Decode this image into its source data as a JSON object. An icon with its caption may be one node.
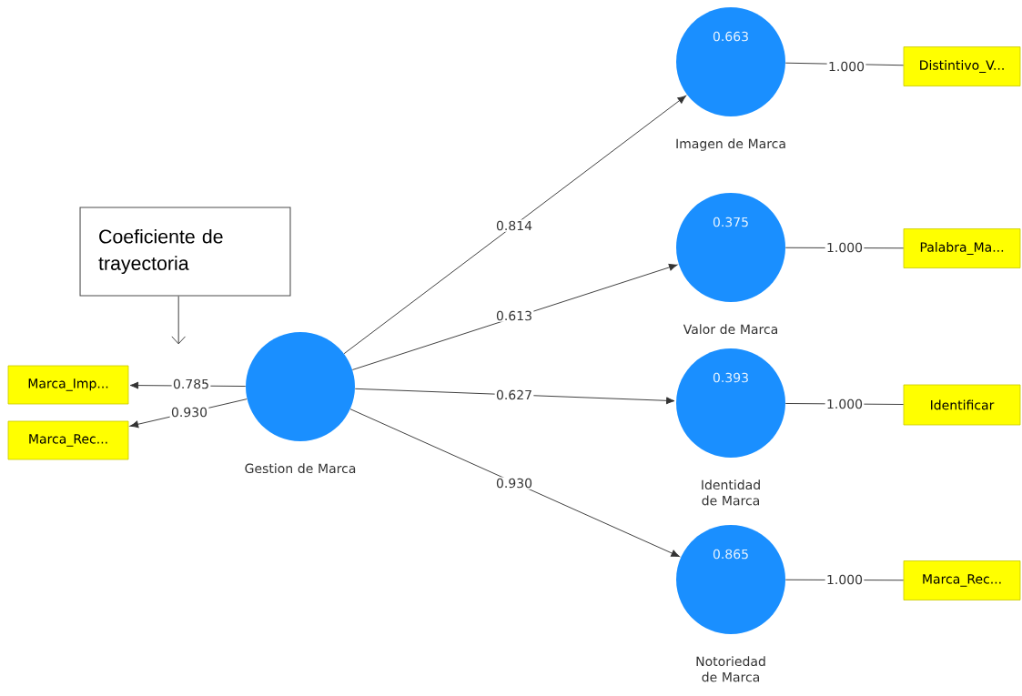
{
  "diagram": {
    "nodes": [
      {
        "text": [
          "Coeficiente de trayectoria"
        ]
      },
      {
        "text": [
          "Marca_Imp..."
        ]
      },
      {
        "text": [
          "Marca_Rec..."
        ]
      },
      {
        "text": [
          "Gestion de Marca"
        ]
      },
      {
        "text": [
          "0.663",
          "Imagen de Marca"
        ]
      },
      {
        "text": [
          "Distintivo_V..."
        ]
      },
      {
        "text": [
          "0.375",
          "Valor de Marca"
        ]
      },
      {
        "text": [
          "Palabra_Ma..."
        ]
      },
      {
        "text": [
          "0.393",
          "Identidad de Marca"
        ]
      },
      {
        "text": [
          "Identificar"
        ]
      },
      {
        "text": [
          "0.865",
          "Notoriedad de Marca"
        ]
      },
      {
        "text": [
          "Marca_Rec..."
        ]
      }
    ],
    "edges": [
      {
        "from": 0,
        "to": null,
        "arrow": "to"
      },
      {
        "from": 3,
        "to": 1,
        "arrow": "to",
        "label": "0.785"
      },
      {
        "from": 3,
        "to": 2,
        "arrow": "to",
        "label": "0.930"
      },
      {
        "from": 3,
        "to": 4,
        "arrow": "to",
        "label": "0.814"
      },
      {
        "from": 3,
        "to": 6,
        "arrow": "to",
        "label": "0.613"
      },
      {
        "from": 3,
        "to": 8,
        "arrow": "to",
        "label": "0.627"
      },
      {
        "from": 3,
        "to": 10,
        "arrow": "to",
        "label": "0.930"
      },
      {
        "from": 4,
        "to": 5,
        "arrow": "none",
        "label": "1.000"
      },
      {
        "from": 6,
        "to": 7,
        "arrow": "none",
        "label": "1.000"
      },
      {
        "from": 8,
        "to": 9,
        "arrow": "none",
        "label": "1.000"
      },
      {
        "from": 10,
        "to": 11,
        "arrow": "none",
        "label": "1.000"
      }
    ]
  }
}
